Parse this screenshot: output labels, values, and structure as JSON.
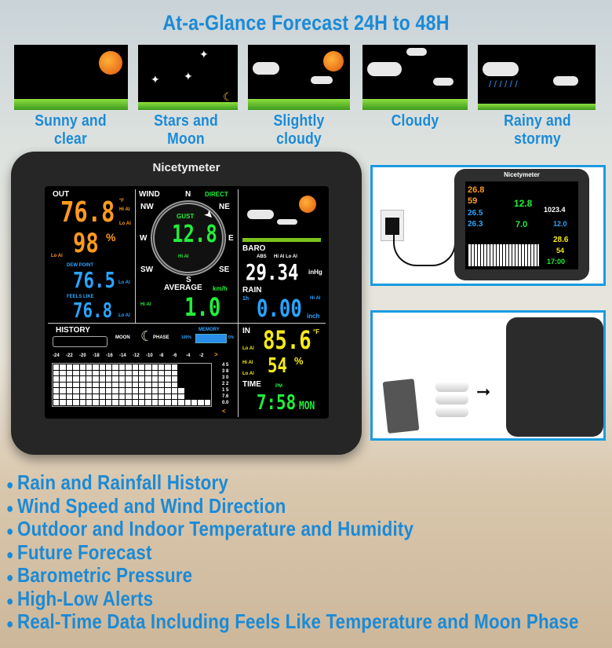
{
  "title": "At-a-Glance Forecast 24H to 48H",
  "forecasts": [
    {
      "label": "Sunny and clear",
      "icon": "sun-icon"
    },
    {
      "label": "Stars and Moon",
      "icon": "moon-stars-icon"
    },
    {
      "label": "Slightly cloudy",
      "icon": "partly-cloudy-icon"
    },
    {
      "label": "Cloudy",
      "icon": "cloud-icon"
    },
    {
      "label": "Rainy and stormy",
      "icon": "rain-icon"
    }
  ],
  "device": {
    "brand": "Nicetymeter",
    "out": {
      "label": "OUT",
      "temp": "76.8",
      "temp_unit": "°F",
      "humidity": "98",
      "hum_unit": "%",
      "dew_label": "DEW POINT",
      "dew": "76.5",
      "feels_label": "FEELS LIKE",
      "feels": "76.8",
      "hi_al": "Hi Al",
      "lo_al": "Lo Al"
    },
    "wind": {
      "label": "WIND",
      "direct": "DIRECT",
      "dirs": [
        "N",
        "NE",
        "E",
        "SE",
        "S",
        "SW",
        "W",
        "NW"
      ],
      "gust_label": "GUST",
      "gust": "12.8",
      "avg_label": "AVERAGE",
      "avg": "1.0",
      "unit": "km/h",
      "hi_al": "Hi Al"
    },
    "baro": {
      "label": "BARO",
      "abs": "ABS",
      "value": "29.34",
      "unit": "inHg",
      "hi_lo": "Hi Al Lo Al"
    },
    "rain": {
      "label": "RAIN",
      "period": "1h",
      "value": "0.00",
      "unit": "inch",
      "hi_al": "Hi Al"
    },
    "history": {
      "label": "HISTORY",
      "moon": "MOON",
      "phase": "PHASE",
      "memory": "MEMORY",
      "mem_full": "100%",
      "mem_empty": "0%",
      "x_labels": [
        "-24",
        "-22",
        "-20",
        "-18",
        "-16",
        "-14",
        "-12",
        "-10",
        "-8",
        "-6",
        "-4",
        "-2"
      ],
      "y_labels": [
        "4 5",
        "3 8",
        "3 0",
        "2 2",
        "1 5",
        "7.6",
        "0.0"
      ]
    },
    "indoor": {
      "label": "IN",
      "temp": "85.6",
      "temp_unit": "°F",
      "humidity": "54",
      "hum_unit": "%",
      "lo_al": "Lo Al",
      "hi_al": "Hi Al"
    },
    "time": {
      "label": "TIME",
      "ampm": "PM",
      "value": "7:58",
      "day": "MON"
    }
  },
  "inset": {
    "brand": "Nicetymeter",
    "out_temp": "26.8",
    "out_hum": "59",
    "dew": "26.5",
    "feels": "26.3",
    "gust": "12.8",
    "baro": "1023.4",
    "avg": "7.0",
    "rain": "12.0",
    "in_temp": "28.6",
    "in_hum": "54",
    "time": "17:00"
  },
  "features": [
    "Rain and Rainfall History",
    "Wind Speed and Wind Direction",
    "Outdoor and Indoor Temperature and Humidity",
    "Future Forecast",
    "Barometric Pressure",
    "High-Low Alerts",
    "Real-Time Data Including Feels Like Temperature and Moon Phase"
  ]
}
